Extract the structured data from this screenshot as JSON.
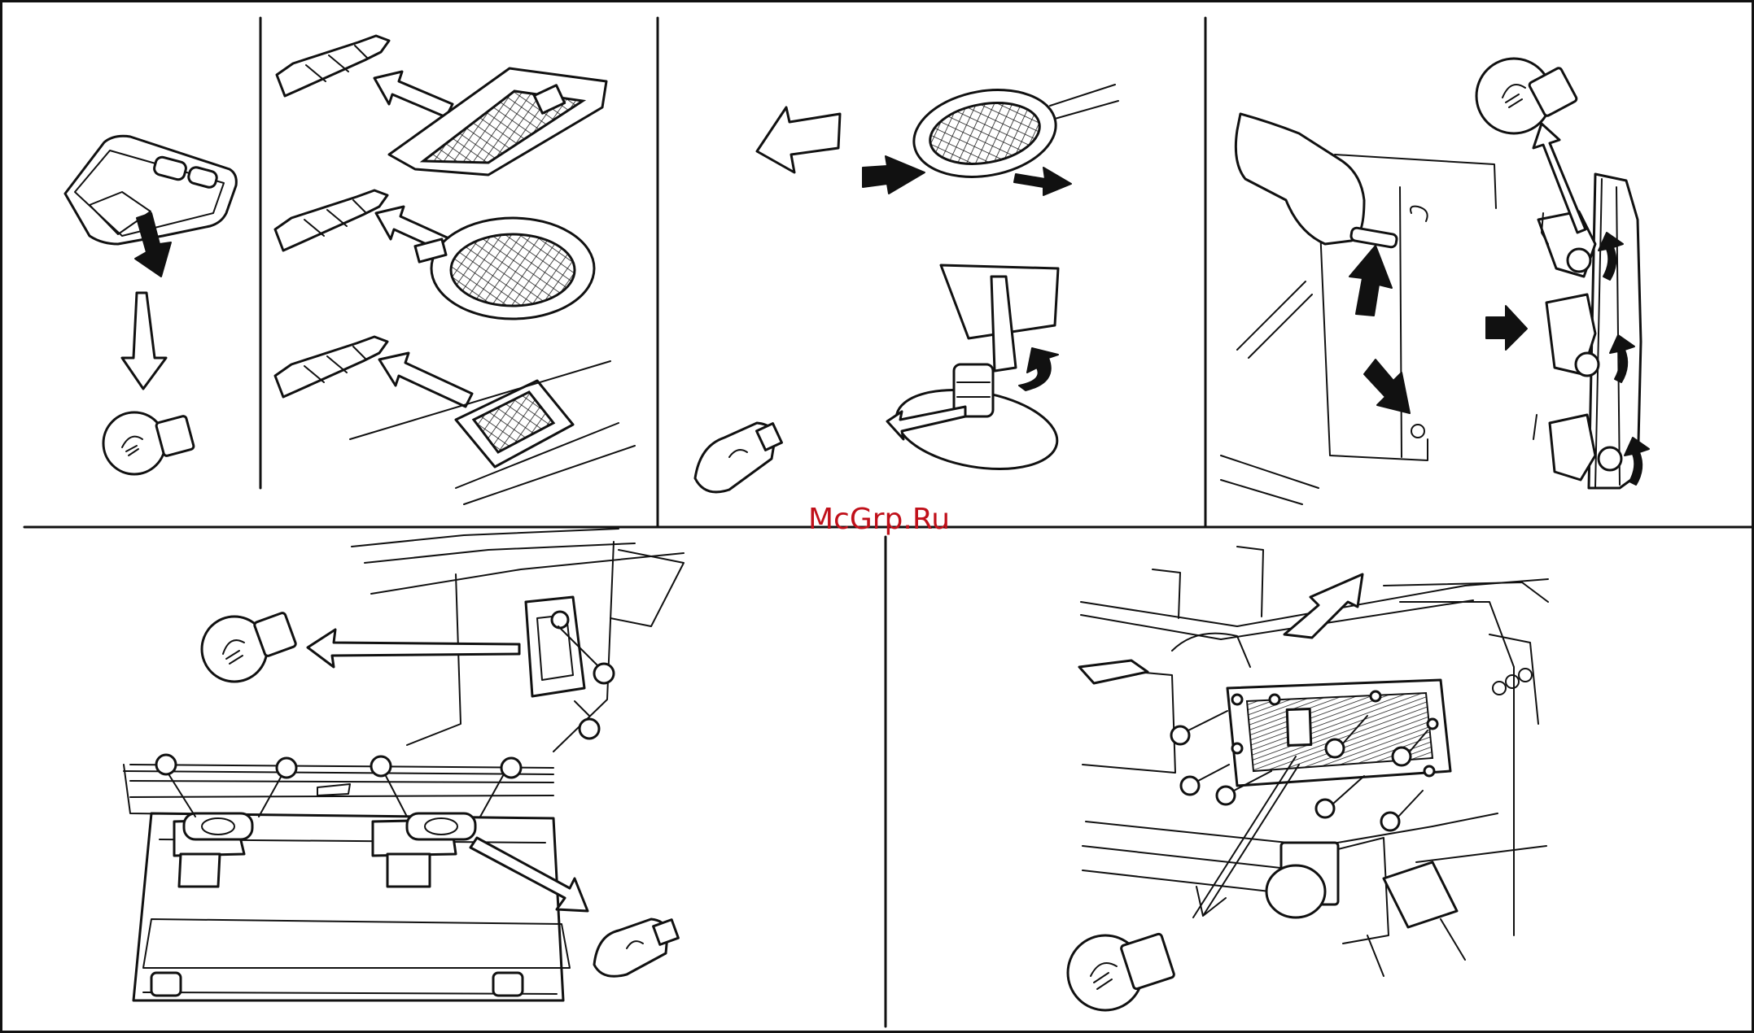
{
  "watermark": {
    "text": "McGrp.Ru",
    "color": "#c0101a"
  },
  "line_color": "#111111",
  "panels": [
    {
      "id": "interior-dome-lamp",
      "icon": "dome-lamp-bulb-removal"
    },
    {
      "id": "interior-festoon-lamps",
      "icon": "festoon-bulb-removal"
    },
    {
      "id": "side-marker-lamp",
      "icon": "side-marker-bulb-removal"
    },
    {
      "id": "rear-combination-lamp",
      "icon": "rear-combination-bulb-removal"
    },
    {
      "id": "license-plate-lamp",
      "icon": "license-lamp-bulb-removal"
    },
    {
      "id": "rear-panel-lamp",
      "icon": "rear-panel-bulb-removal"
    }
  ]
}
